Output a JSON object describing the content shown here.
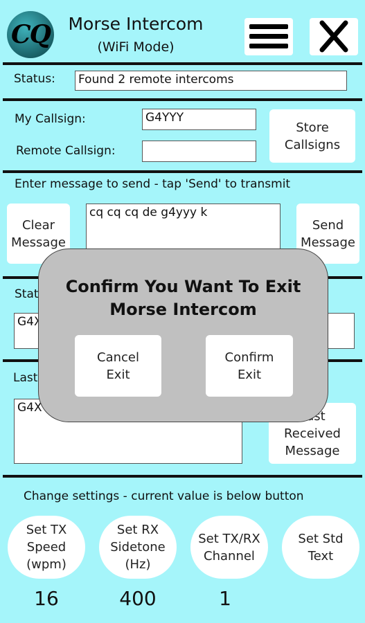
{
  "header": {
    "logo_text": "CQ",
    "title": "Morse Intercom",
    "subtitle": "(WiFi Mode)",
    "menu_icon": "hamburger-menu-icon",
    "close_icon": "close-x-icon"
  },
  "status": {
    "label": "Status:",
    "value": "Found 2 remote intercoms"
  },
  "callsigns": {
    "my_label": "My Callsign:",
    "my_value": "G4YYY",
    "remote_label": "Remote Callsign:",
    "remote_value": "",
    "store_button": "Store\nCallsigns"
  },
  "message": {
    "instructions": "Enter message to send - tap 'Send' to transmit",
    "clear_button": "Clear\nMessage",
    "text": "cq cq cq de g4yyy k",
    "send_button": "Send\nMessage"
  },
  "station": {
    "label_partial": "Stat",
    "value_partial": "G4X"
  },
  "last_received": {
    "label_partial": "Last",
    "value_partial": "G4X",
    "button": "Last\nReceived\nMessage"
  },
  "settings": {
    "instructions": "Change settings - current value is below button",
    "buttons": [
      {
        "label": "Set TX\nSpeed\n(wpm)",
        "value": "16"
      },
      {
        "label": "Set RX\nSidetone\n(Hz)",
        "value": "400"
      },
      {
        "label": "Set TX/RX\nChannel",
        "value": "1"
      },
      {
        "label": "Set Std\nText",
        "value": ""
      }
    ]
  },
  "dialog": {
    "title_line1": "Confirm You Want To Exit",
    "title_line2": "Morse Intercom",
    "cancel_button": "Cancel\nExit",
    "confirm_button": "Confirm\nExit"
  },
  "colors": {
    "background": "#a5f5fa",
    "dialog": "#c0c0c0",
    "logo_bg": "#0d5f66",
    "logo_text": "#000000"
  }
}
